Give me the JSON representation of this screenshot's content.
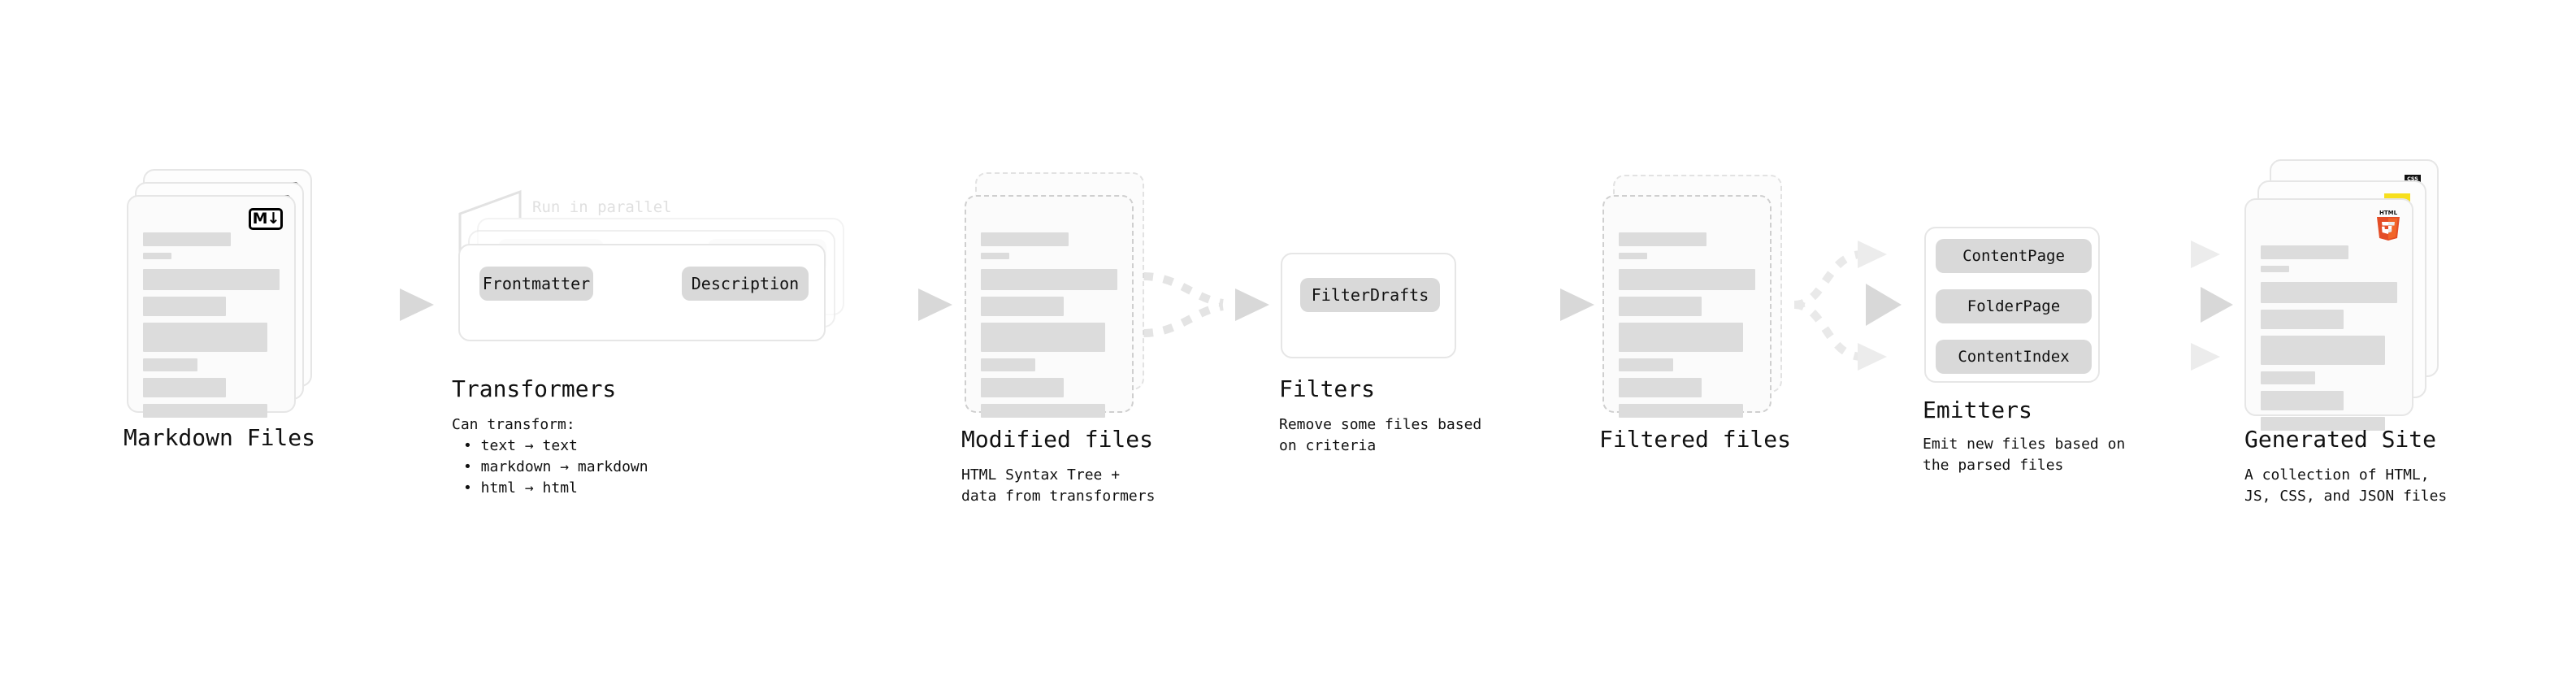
{
  "diagram": {
    "title_font_note": "monospace",
    "stages": [
      {
        "id": "markdown-files",
        "title": "Markdown Files",
        "subtitle": "",
        "badge": "M↓",
        "badge_name": "markdown-logo-icon"
      },
      {
        "id": "transformers",
        "title": "Transformers",
        "subtitle": "Can transform:",
        "annotation": "Run in parallel",
        "chips": [
          "Frontmatter",
          "Description"
        ],
        "bullets": [
          "• text → text",
          "• markdown → markdown",
          "• html → html"
        ]
      },
      {
        "id": "modified-files",
        "title": "Modified files",
        "subtitle": "HTML Syntax Tree +\ndata from transformers"
      },
      {
        "id": "filters",
        "title": "Filters",
        "subtitle": "Remove some files based\non criteria",
        "chips": [
          "FilterDrafts"
        ]
      },
      {
        "id": "filtered-files",
        "title": "Filtered files",
        "subtitle": ""
      },
      {
        "id": "emitters",
        "title": "Emitters",
        "subtitle": "Emit new files based on\nthe parsed files",
        "chips": [
          "ContentPage",
          "FolderPage",
          "ContentIndex"
        ]
      },
      {
        "id": "generated-site",
        "title": "Generated Site",
        "subtitle": "A collection of HTML,\nJS, CSS, and JSON files",
        "badges": [
          "css-logo-icon",
          "js-logo-icon",
          "html5-logo-icon"
        ],
        "html5_label": "HTML",
        "html5_digit": "5",
        "css_label": "CSS"
      }
    ],
    "colors": {
      "background": "#ffffff",
      "card_fill": "#fbfbfb",
      "card_border": "#e6e6e6",
      "dashed_border": "#cfcfcf",
      "placeholder_bar": "#dcdcdc",
      "chip_fill": "#d9d9d9",
      "arrow": "#d8d8d8",
      "text": "#111111",
      "muted_text": "#e0e0e0",
      "html5_orange": "#e44d26",
      "html5_orange_light": "#f16529",
      "js_yellow": "#f7df1e",
      "css_blue": "#264de4"
    }
  }
}
